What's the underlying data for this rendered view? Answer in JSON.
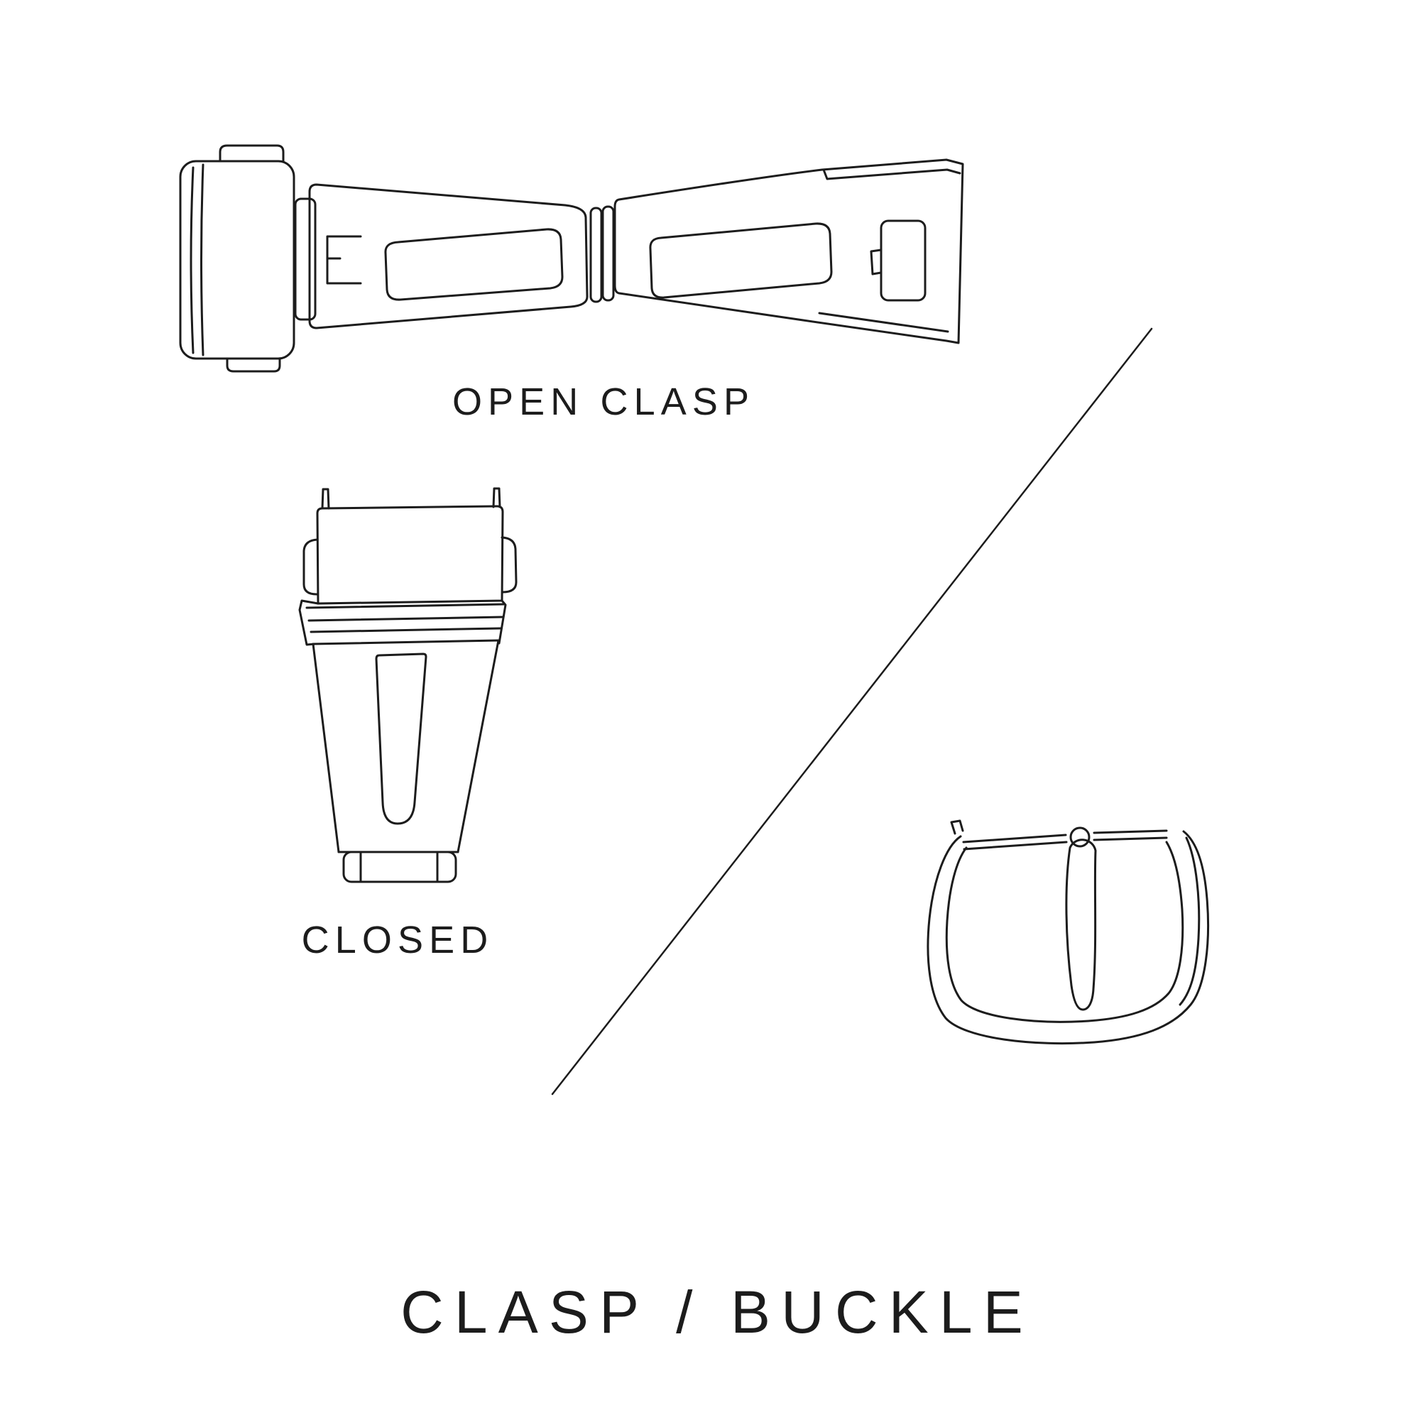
{
  "page": {
    "background_color": "#ffffff",
    "line_color": "#1c1c1c",
    "title": "CLASP / BUCKLE"
  },
  "figures": {
    "open_clasp": {
      "label": "OPEN CLASP"
    },
    "closed_clasp": {
      "label": "CLOSED"
    },
    "buckle": {
      "label": ""
    }
  }
}
